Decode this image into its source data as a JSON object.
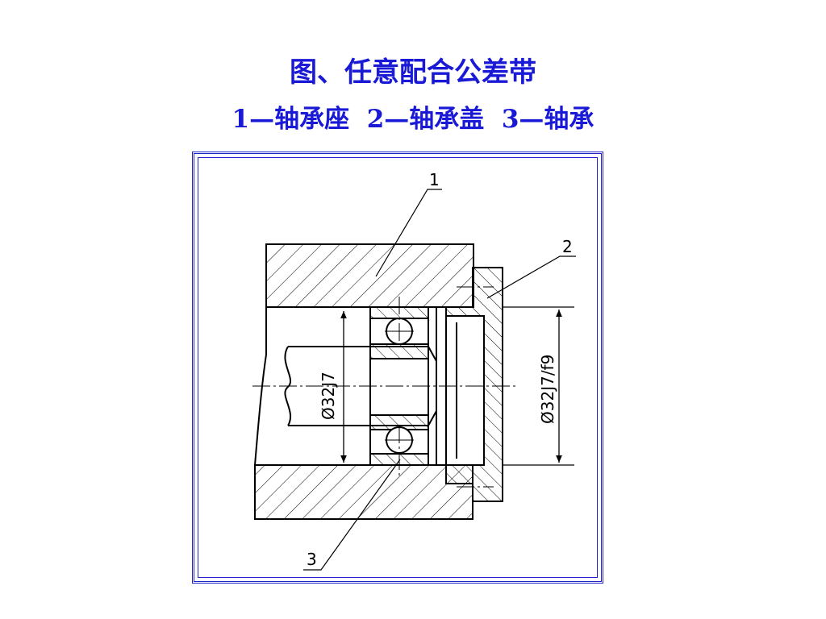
{
  "title": {
    "line1": "图、任意配合公差带",
    "line2": "1—轴承座  2—轴承盖  3—轴承"
  },
  "drawing": {
    "callouts": {
      "part1": "1",
      "part2": "2",
      "part3": "3"
    },
    "dimensions": {
      "inner_bore": "Ø32J7",
      "housing_fit": "Ø32J7/f9"
    }
  },
  "colors": {
    "title": "#1a1ad6",
    "frame": "#2222cc",
    "line": "#000000"
  }
}
